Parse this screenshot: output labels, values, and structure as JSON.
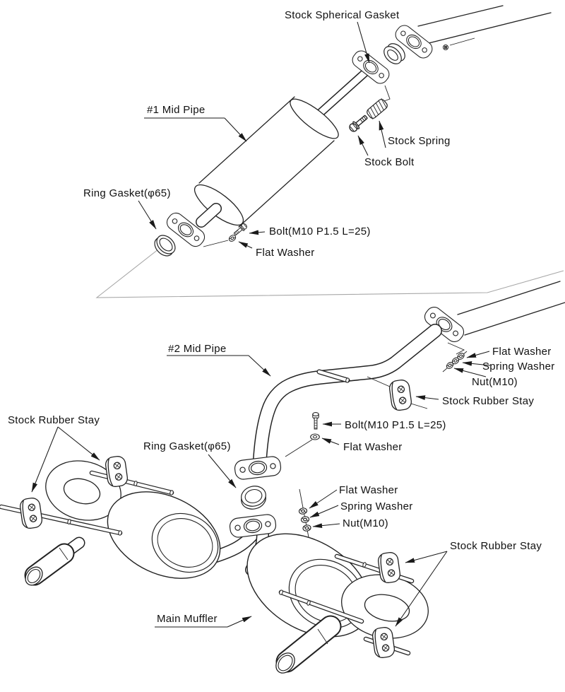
{
  "diagram": {
    "title": "Exhaust system installation diagram",
    "colors": {
      "line": "#222222",
      "ghost_line": "#a8a8a8",
      "background": "#ffffff",
      "text": "#111111"
    },
    "labels": {
      "stock_spherical_gasket": "Stock Spherical Gasket",
      "mid_pipe_1": "#1 Mid Pipe",
      "stock_spring": "Stock Spring",
      "stock_bolt": "Stock Bolt",
      "ring_gasket_1": "Ring Gasket(φ65)",
      "bolt_1": "Bolt(M10 P1.5 L=25)",
      "flat_washer_1": "Flat Washer",
      "mid_pipe_2": "#2 Mid Pipe",
      "flat_washer_2": "Flat Washer",
      "spring_washer_1": "Spring Washer",
      "nut_1": "Nut(M10)",
      "rubber_stay_1": "Stock Rubber Stay",
      "rubber_stay_2": "Stock Rubber Stay",
      "bolt_2": "Bolt(M10 P1.5 L=25)",
      "flat_washer_3": "Flat Washer",
      "ring_gasket_2": "Ring Gasket(φ65)",
      "flat_washer_4": "Flat Washer",
      "spring_washer_2": "Spring Washer",
      "nut_2": "Nut(M10)",
      "rubber_stay_3": "Stock Rubber Stay",
      "main_muffler": "Main Muffler"
    }
  }
}
